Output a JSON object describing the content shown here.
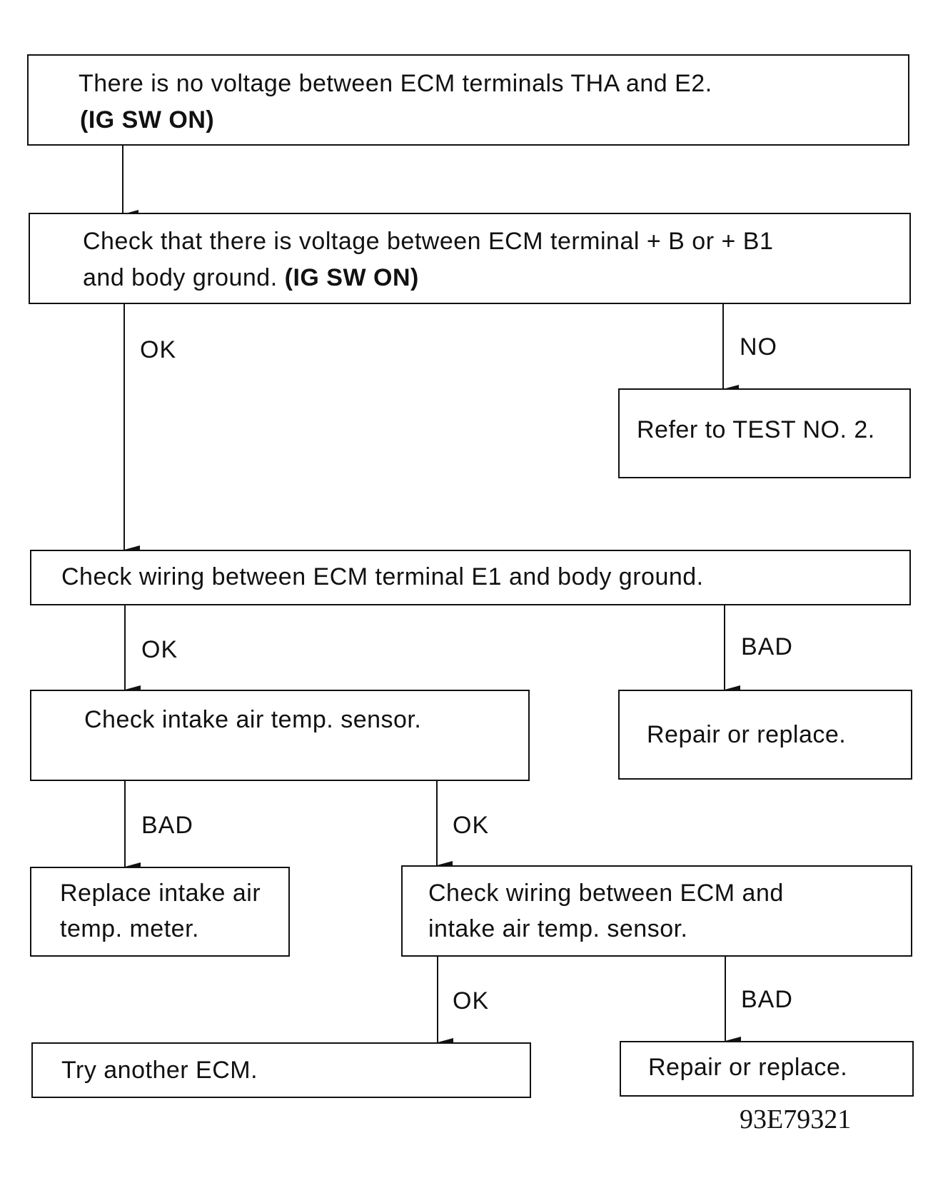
{
  "steps": {
    "no_voltage": {
      "text": "There is no voltage between ECM terminals THA and E2.",
      "cond": "(IG SW ON)"
    },
    "check_b1": {
      "line1": "Check that there is voltage  between ECM terminal + B or + B1",
      "line2": "and body ground.",
      "cond": "(IG SW ON)"
    },
    "refer_test": {
      "text": "Refer to TEST NO. 2."
    },
    "check_e1": {
      "text": "Check wiring between ECM terminal E1 and body ground."
    },
    "check_sensor": {
      "text": "Check intake air temp. sensor."
    },
    "repair1": {
      "text": "Repair or replace."
    },
    "replace_meter": {
      "line1": "Replace intake air",
      "line2": "temp. meter."
    },
    "check_wiring_sensor": {
      "line1": "Check wiring between ECM and",
      "line2": "intake air temp. sensor."
    },
    "try_ecm": {
      "text": "Try another ECM."
    },
    "repair2": {
      "text": "Repair or replace."
    }
  },
  "labels": {
    "ok1": "OK",
    "no1": "NO",
    "ok2": "OK",
    "bad1": "BAD",
    "bad2": "BAD",
    "ok3": "OK",
    "ok4": "OK",
    "bad3": "BAD"
  },
  "figure_code": "93E79321"
}
